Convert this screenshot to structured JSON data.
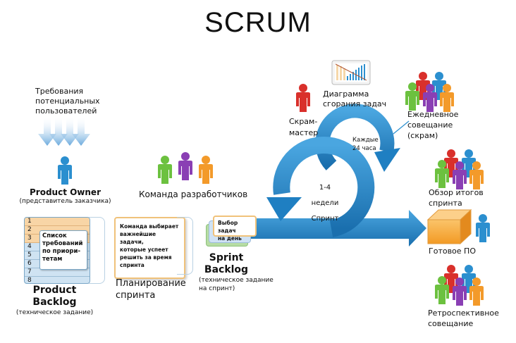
{
  "title": "SCRUM",
  "requirements": {
    "line1": "Требования",
    "line2": "потенциальных",
    "line3": "пользователей"
  },
  "product_owner": {
    "title": "Product Owner",
    "subtitle": "(представитель заказчика)"
  },
  "product_backlog": {
    "rows": [
      "1",
      "2",
      "3",
      "4",
      "5",
      "6",
      "7",
      "8"
    ],
    "card": {
      "line1": "Список",
      "line2": "требований",
      "line3": "по приори-",
      "line4": "тетам"
    },
    "title1": "Product",
    "title2": "Backlog",
    "subtitle": "(техническое задание)"
  },
  "dev_team": {
    "label": "Команда разработчиков"
  },
  "sprint_planning": {
    "note": {
      "line1": "Команда выбирает",
      "line2": "важнейшие задачи,",
      "line3": "которые успеет",
      "line4": "решить за время",
      "line5": "спринта"
    },
    "title1": "Планирование",
    "title2": "спринта"
  },
  "sprint_backlog": {
    "note": {
      "line1": "Выбор задач",
      "line2": "на день"
    },
    "title1": "Sprint",
    "title2": "Backlog",
    "subtitle1": "(техническое задание",
    "subtitle2": "на спринт)"
  },
  "scrum_master": {
    "line1": "Скрам-",
    "line2": "мастер"
  },
  "burndown": {
    "line1": "Диаграмма",
    "line2": "сгорания задач"
  },
  "daily": {
    "line1": "Ежедневное",
    "line2": "совещание",
    "line3": "(скрам)"
  },
  "daily_cycle": {
    "line1": "Каждые",
    "line2": "24 часа"
  },
  "sprint_cycle": {
    "duration": "1-4 недели",
    "label": "Спринт"
  },
  "review": {
    "line1": "Обзор итогов",
    "line2": "спринта"
  },
  "product": {
    "label": "Готовое ПО"
  },
  "retro": {
    "line1": "Ретроспективное",
    "line2": "совещание"
  },
  "colors": {
    "blue": "#2b8fcf",
    "arrow_blue": "#1f7fc2",
    "orange": "#f39a2a",
    "green": "#6cc13f",
    "purple": "#8a3fb4",
    "red": "#d9302b",
    "box_orange": "#f6a93b"
  }
}
